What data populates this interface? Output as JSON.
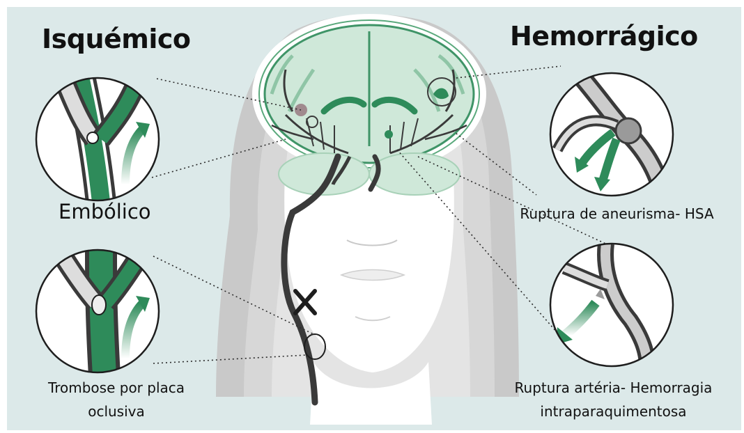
{
  "titles": {
    "left": "Isquémico",
    "right": "Hemorrágico"
  },
  "labels": {
    "embolic": "Embólico",
    "thrombosis_line1": "Trombose por placa",
    "thrombosis_line2": "oclusiva",
    "aneurysm": "Ruptura de aneurisma- HSA",
    "artery_line1": "Ruptura artéria- Hemorragia",
    "artery_line2": "intraparaquimentosa"
  },
  "colors": {
    "background": "#dce9e9",
    "vessel_green": "#2e8b5a",
    "brain_green": "#cfe8d9",
    "head_gray": "#c8c8c8",
    "face_white": "#ffffff",
    "artery_dark": "#3a3a3a"
  }
}
